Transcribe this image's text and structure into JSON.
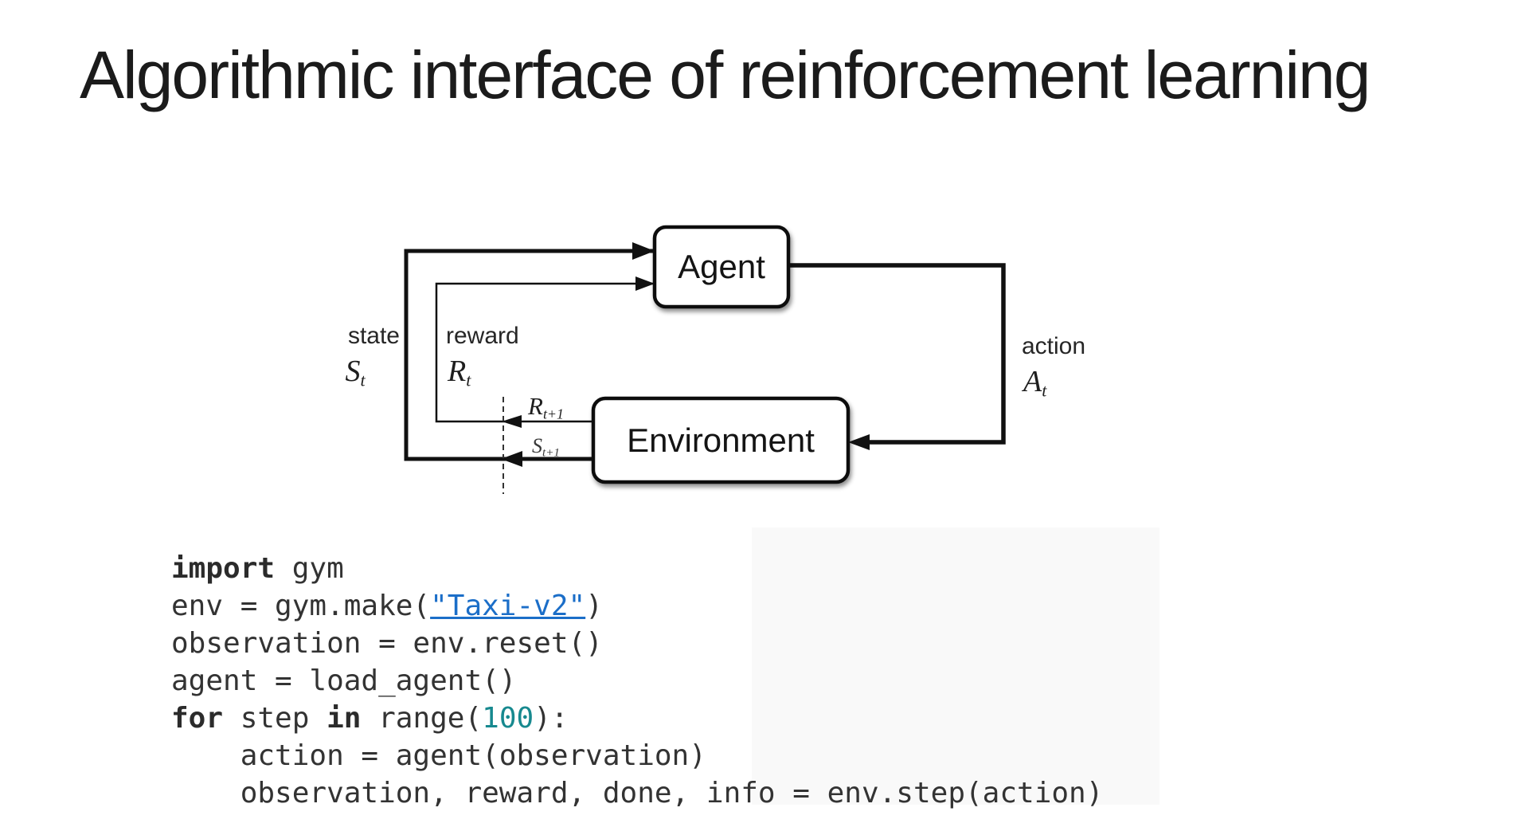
{
  "slide": {
    "title": "Algorithmic interface of reinforcement learning"
  },
  "diagram": {
    "agent_label": "Agent",
    "environment_label": "Environment",
    "state_label": "state",
    "state_symbol": "S",
    "state_sub": "t",
    "reward_label": "reward",
    "reward_symbol": "R",
    "reward_sub": "t",
    "action_label": "action",
    "action_symbol": "A",
    "action_sub": "t",
    "next_reward_symbol": "R",
    "next_reward_sub": "t+1",
    "next_state_symbol": "S",
    "next_state_sub": "t+1"
  },
  "code": {
    "lines": [
      [
        {
          "t": "import",
          "s": "kw"
        },
        {
          "t": " gym",
          "s": "plain"
        }
      ],
      [
        {
          "t": "env = gym.make(",
          "s": "plain"
        },
        {
          "t": "\"Taxi-v2\"",
          "s": "link"
        },
        {
          "t": ")",
          "s": "plain"
        }
      ],
      [
        {
          "t": "observation = env.reset()",
          "s": "plain"
        }
      ],
      [
        {
          "t": "agent = load_agent()",
          "s": "plain"
        }
      ],
      [
        {
          "t": "for",
          "s": "kw"
        },
        {
          "t": " step ",
          "s": "plain"
        },
        {
          "t": "in",
          "s": "kw"
        },
        {
          "t": " range(",
          "s": "plain"
        },
        {
          "t": "100",
          "s": "num"
        },
        {
          "t": "):",
          "s": "plain"
        }
      ],
      [
        {
          "t": "    action = agent(observation)",
          "s": "plain"
        }
      ],
      [
        {
          "t": "    observation, reward, done, info = env.step(action)",
          "s": "plain"
        }
      ]
    ]
  },
  "colors": {
    "link_blue": "#1b6ec8",
    "number_teal": "#17898f",
    "code_text": "#333333",
    "diagram_ink": "#111111"
  }
}
